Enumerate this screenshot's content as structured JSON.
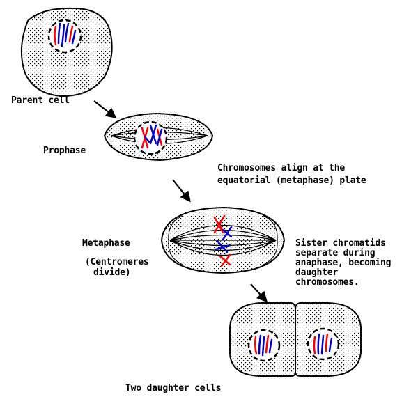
{
  "labels": {
    "parent_cell": "Parent cell",
    "prophase": "Prophase",
    "align_line1": "Chromosomes align at the",
    "align_line2": "equatorial (metaphase) plate",
    "metaphase": "Metaphase",
    "centromeres_line1": "(Centromeres",
    "centromeres_line2": "divide)",
    "sister_line1": "Sister chromatids",
    "sister_line2": "separate during",
    "sister_line3": "anaphase, becoming",
    "sister_line4": "daughter",
    "sister_line5": "chromosomes.",
    "daughters": "Two daughter cells"
  },
  "colors": {
    "chromosome_red": "#ff0000",
    "chromosome_blue": "#0000cc",
    "outline": "#000000",
    "cytoplasm_dots": "#000000",
    "background": "#ffffff"
  }
}
